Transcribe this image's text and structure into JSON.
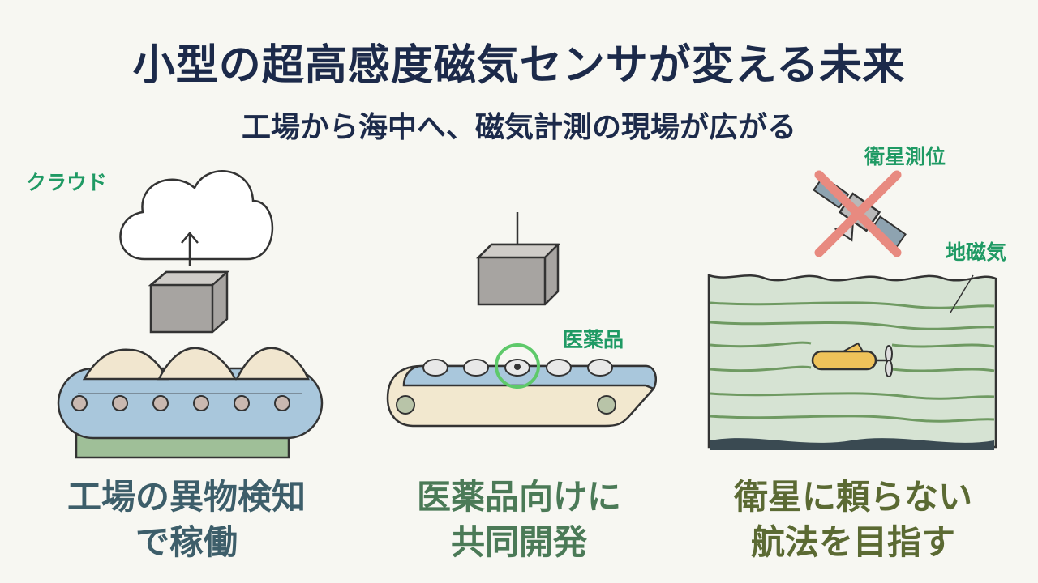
{
  "header": {
    "title": "小型の超高感度磁気センサが変える未来",
    "subtitle": "工場から海中へ、磁気計測の現場が広がる"
  },
  "panels": [
    {
      "labels": [
        "クラウド"
      ],
      "caption_lines": [
        "工場の異物検知",
        "で稼働"
      ],
      "caption_color": "#3d5e6a"
    },
    {
      "labels": [
        "医薬品"
      ],
      "caption_lines": [
        "医薬品向けに",
        "共同開発"
      ],
      "caption_color": "#4b7a57"
    },
    {
      "labels": [
        "衛星測位",
        "地磁気"
      ],
      "caption_lines": [
        "衛星に頼らない",
        "航法を目指す"
      ],
      "caption_color": "#5b6a33"
    }
  ],
  "colors": {
    "highlight_ring": "#5ec96a",
    "cross": "#e88a80",
    "sea": "#d6e3d3",
    "belt": "#a9c7dc",
    "belt_base": "#9fbf98"
  }
}
